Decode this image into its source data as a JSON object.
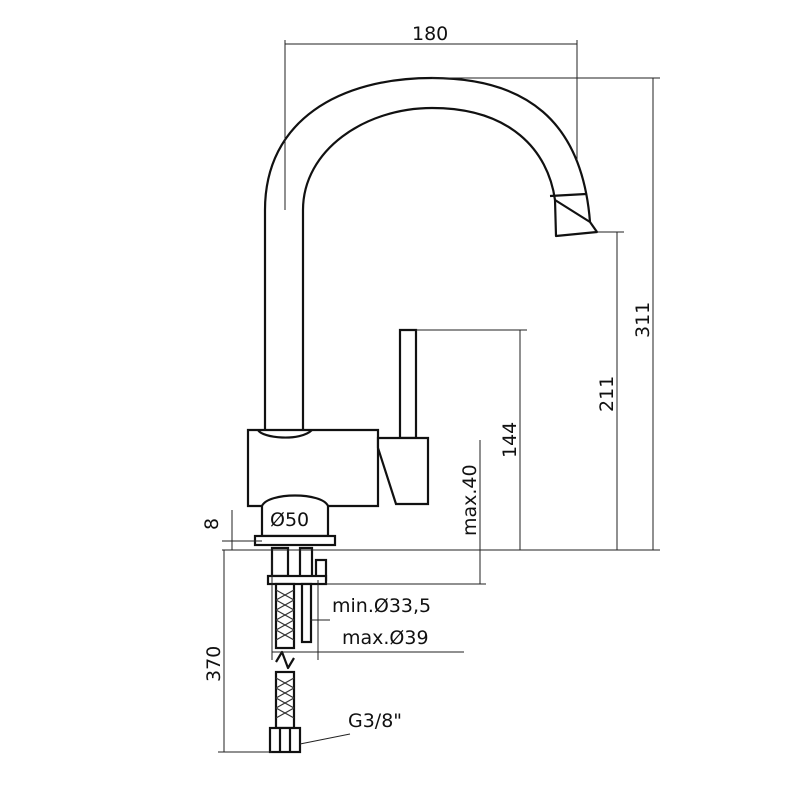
{
  "dimensions": {
    "width_180": "180",
    "height_311": "311",
    "height_211": "211",
    "height_144": "144",
    "max_40": "max.40",
    "base_diameter": "Ø50",
    "base_8": "8",
    "hole_min": "min.Ø33,5",
    "hole_max": "max.Ø39",
    "hose_370": "370",
    "thread": "G3/8\""
  }
}
